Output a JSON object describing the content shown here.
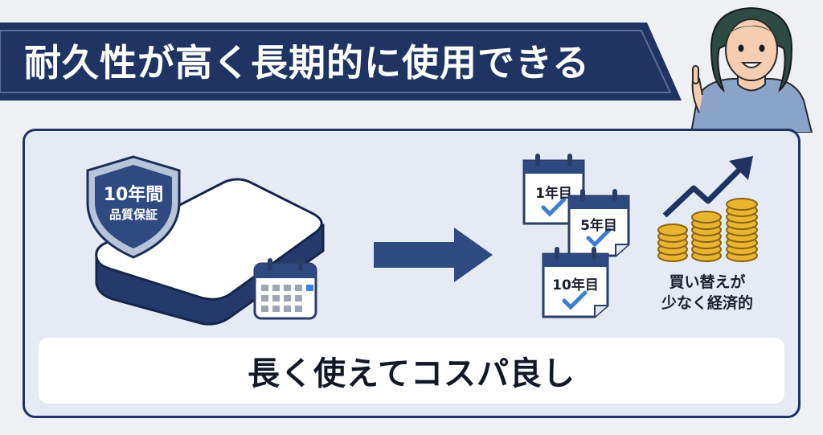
{
  "header": {
    "title": "耐久性が高く長期的に使用できる"
  },
  "badge": {
    "line1": "10年間",
    "line2": "品質保証"
  },
  "calendars": [
    {
      "label": "1年目"
    },
    {
      "label": "5年目"
    },
    {
      "label": "10年目"
    }
  ],
  "savings": {
    "line1": "買い替えが",
    "line2": "少なく経済的"
  },
  "caption": {
    "text": "長く使えてコスパ良し"
  },
  "colors": {
    "navy": "#1f3463",
    "accent_blue": "#3d7fd6",
    "coin_gold": "#e9b430",
    "panel_bg": "#e6eaf4"
  }
}
